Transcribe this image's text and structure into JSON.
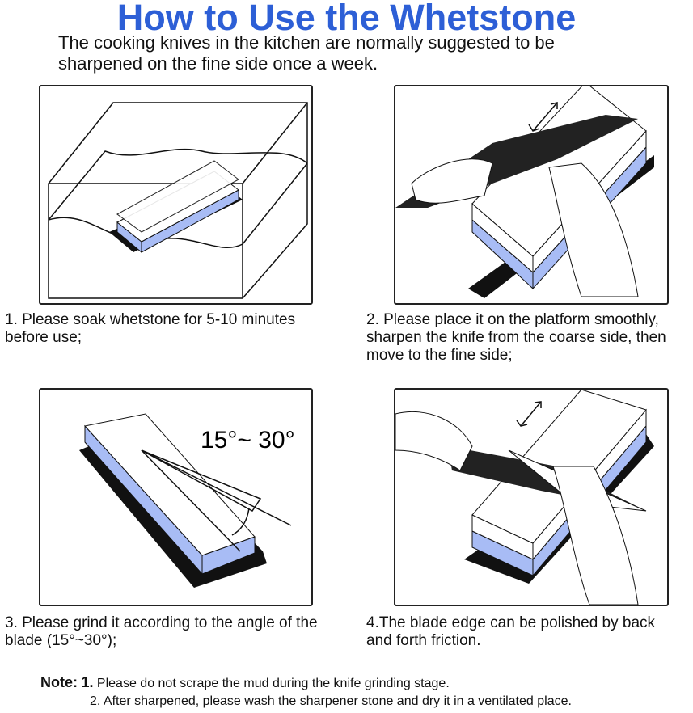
{
  "title": "How to Use the Whetstone",
  "subtitle": [
    "The cooking knives in the kitchen are normally suggested to be",
    "sharpened on the fine side once a week."
  ],
  "steps": [
    {
      "caption": [
        "1. Please soak whetstone for 5-10 minutes",
        "before use;"
      ]
    },
    {
      "caption": [
        "2. Please place it on the platform smoothly,",
        "sharpen the knife from the coarse side, then",
        "move to the fine side;"
      ]
    },
    {
      "caption": [
        "3. Please grind it according to the angle of the",
        "blade (15°~30°);"
      ],
      "angle_label": "15°~ 30°"
    },
    {
      "caption": [
        "4.The blade edge can be polished by back",
        "and forth friction."
      ]
    }
  ],
  "note": {
    "label": "Note:",
    "items": [
      {
        "num": "1.",
        "text": "Please do not scrape the mud during the knife grinding stage."
      },
      {
        "num": "2.",
        "text": "After sharpened, please wash the sharpener stone and dry it in a ventilated place."
      }
    ]
  },
  "colors": {
    "title": "#2d5fd6",
    "stone_blue": "#a8bcf5"
  }
}
